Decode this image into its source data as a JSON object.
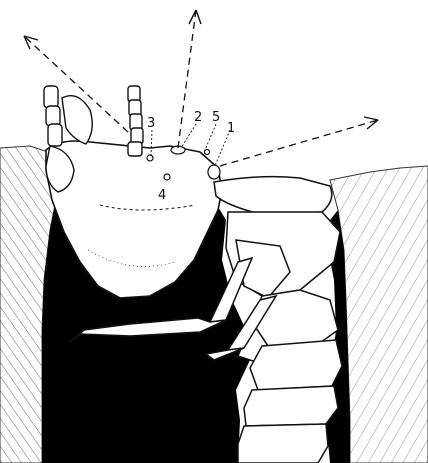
{
  "labels": {
    "l1": "1",
    "l2": "2",
    "l3": "3",
    "l4": "4",
    "l5": "5"
  },
  "colors": {
    "ink": "#111111",
    "paper": "#ffffff",
    "burrow": "#000000",
    "soil_hatch": "#6a6a6a"
  }
}
